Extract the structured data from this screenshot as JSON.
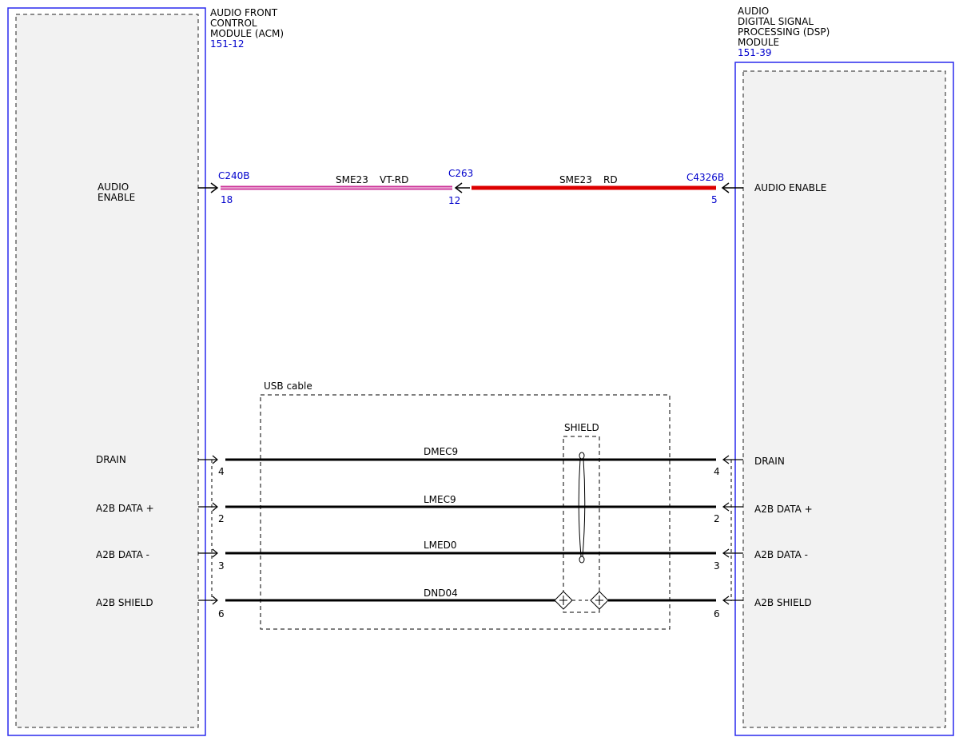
{
  "left_module": {
    "name_lines": [
      "AUDIO FRONT",
      "CONTROL",
      "MODULE (ACM)"
    ],
    "ref": "151-12",
    "pins": {
      "audio_enable": [
        "AUDIO",
        "ENABLE"
      ],
      "drain": "DRAIN",
      "a2b_data_plus": "A2B DATA +",
      "a2b_data_minus": "A2B DATA -",
      "a2b_shield": "A2B SHIELD"
    }
  },
  "right_module": {
    "name_lines": [
      "AUDIO",
      "DIGITAL SIGNAL",
      "PROCESSING (DSP)",
      "MODULE"
    ],
    "ref": "151-39",
    "pins": {
      "audio_enable": "AUDIO ENABLE",
      "drain": "DRAIN",
      "a2b_data_plus": "A2B DATA +",
      "a2b_data_minus": "A2B DATA -",
      "a2b_shield": "A2B SHIELD"
    }
  },
  "connectors": {
    "c240b": {
      "id": "C240B",
      "pin": "18"
    },
    "c263": {
      "id": "C263",
      "pin": "12"
    },
    "c4326b": {
      "id": "C4326B",
      "pin": "5"
    }
  },
  "circuits": {
    "left_enable": {
      "circuit": "SME23",
      "color": "VT-RD",
      "stroke_hex": "#cc3399"
    },
    "right_enable": {
      "circuit": "SME23",
      "color": "RD",
      "stroke_hex": "#dd0000"
    }
  },
  "usb_cable": {
    "label": "USB cable",
    "shield_label": "SHIELD",
    "wires": [
      {
        "circuit": "DMEC9",
        "left_pin": "4",
        "right_pin": "4"
      },
      {
        "circuit": "LMEC9",
        "left_pin": "2",
        "right_pin": "2"
      },
      {
        "circuit": "LMED0",
        "left_pin": "3",
        "right_pin": "3"
      },
      {
        "circuit": "DND04",
        "left_pin": "6",
        "right_pin": "6"
      }
    ]
  }
}
